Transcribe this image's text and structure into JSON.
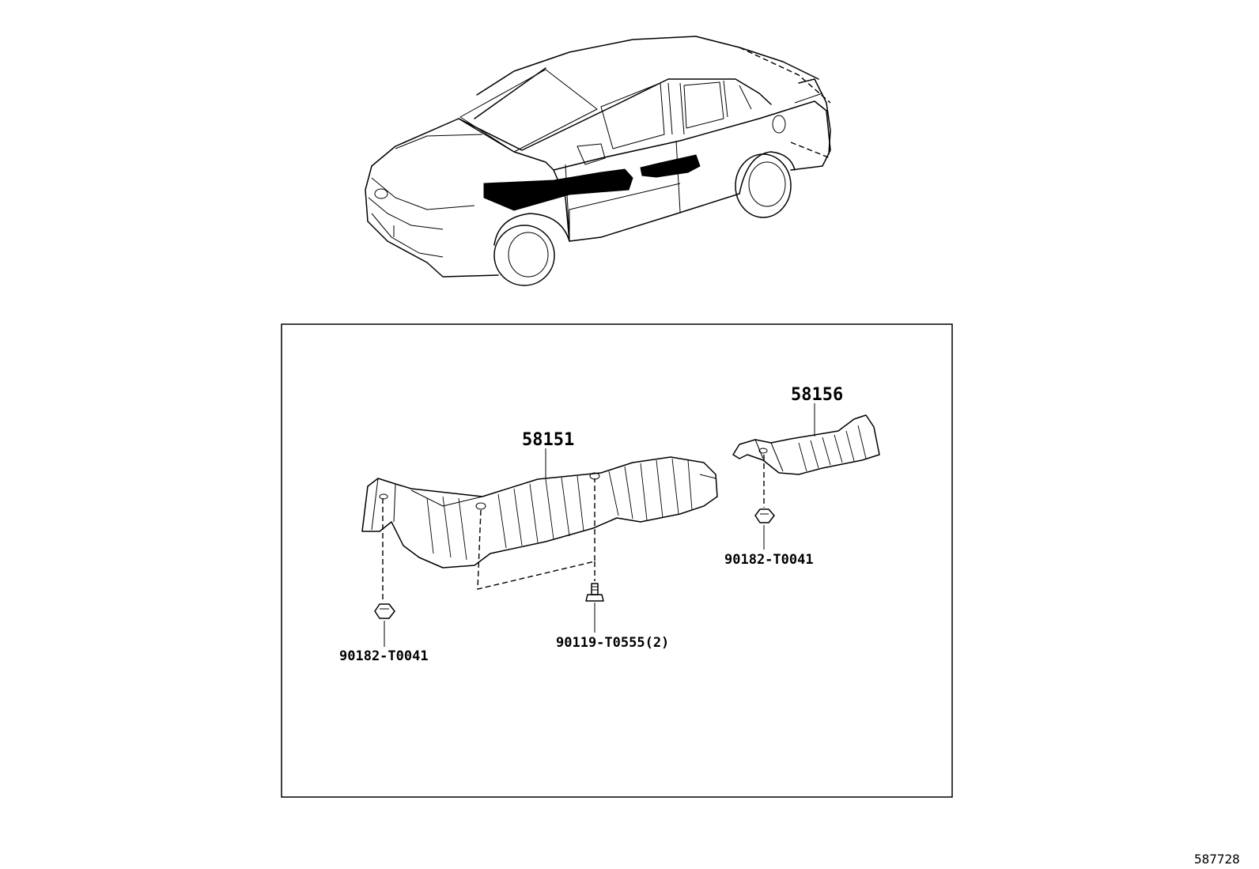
{
  "parts": {
    "cover_main": "58151",
    "cover_rear": "58156",
    "clip_left": "90182-T0041",
    "bolt": "90119-T0555(2)",
    "clip_right": "90182-T0041"
  },
  "diagram_id": "587728",
  "colors": {
    "line": "#000000",
    "background": "#ffffff"
  }
}
